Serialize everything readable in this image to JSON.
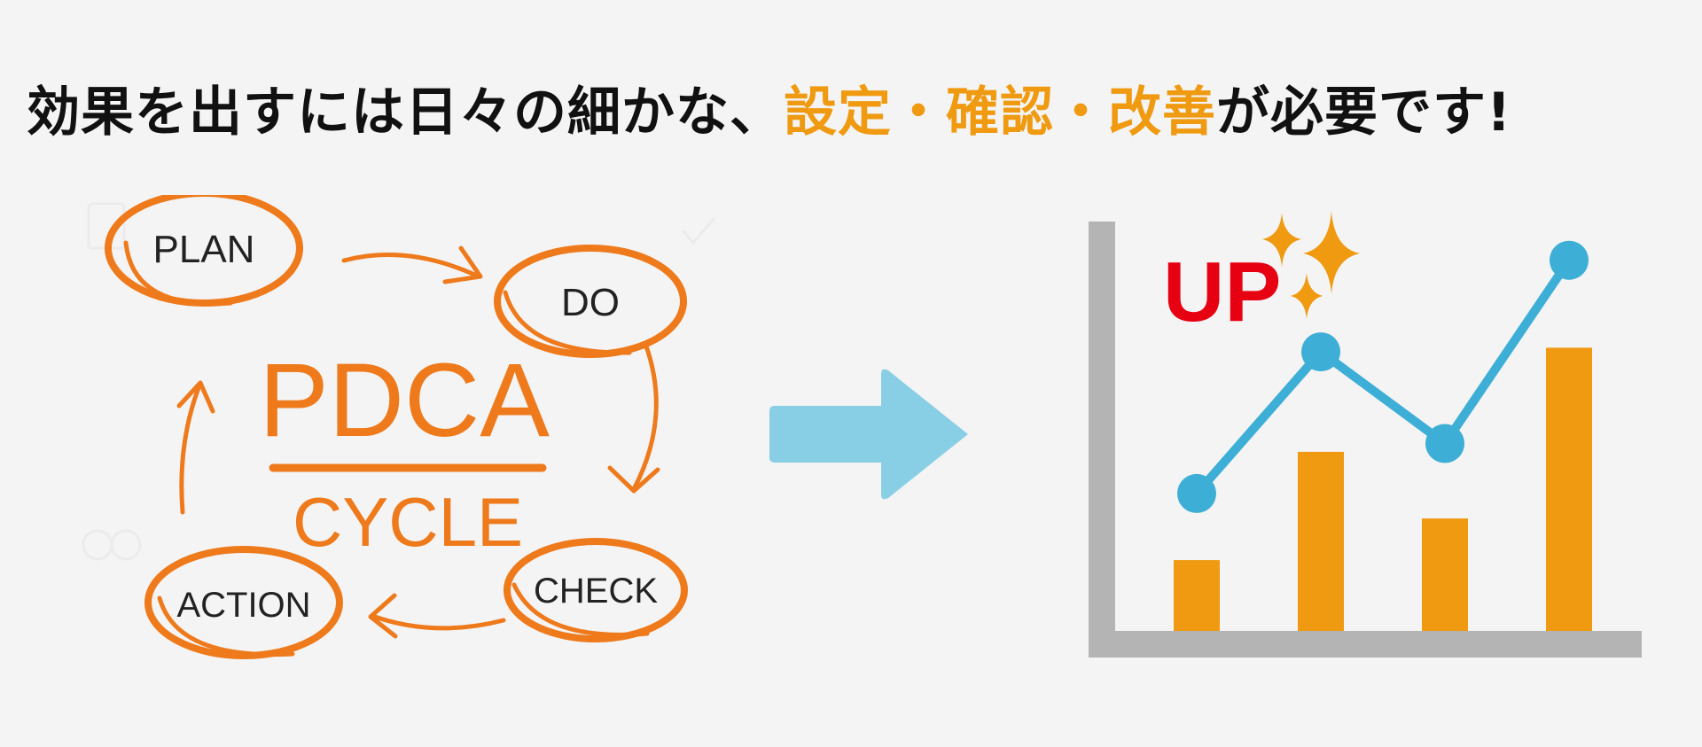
{
  "headline": {
    "part1": "効果を出すには日々の細かな、",
    "hl1": "設定",
    "sep1": "・",
    "hl2": "確認",
    "sep2": "・",
    "hl3": "改善",
    "part2": "が必要です!"
  },
  "pdca": {
    "title": "PDCA",
    "subtitle": "CYCLE",
    "stages": [
      "PLAN",
      "DO",
      "CHECK",
      "ACTION"
    ]
  },
  "chart_data": {
    "type": "bar",
    "categories": [
      "",
      "",
      "",
      ""
    ],
    "series": [
      {
        "type": "bar",
        "values": [
          17,
          43,
          27,
          68
        ]
      },
      {
        "type": "line",
        "values": [
          33,
          67,
          45,
          89
        ]
      }
    ],
    "annotation": "UP",
    "ylim": [
      0,
      100
    ],
    "title": "",
    "xlabel": "",
    "ylabel": ""
  },
  "colors": {
    "accent_orange": "#ef9a10",
    "pdca_orange": "#ee7a1c",
    "line_blue": "#3daed6",
    "arrow_blue": "#88cfe6",
    "axis_gray": "#b4b4b4",
    "up_red": "#e60012"
  },
  "icons": [
    "sparkle-icon",
    "right-arrow-icon"
  ]
}
